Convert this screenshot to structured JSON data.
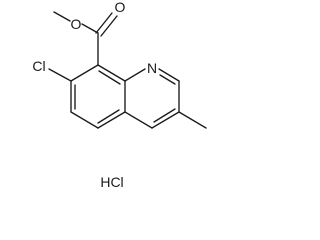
{
  "molecule": {
    "atom_labels": {
      "carbonyl_oxygen": "O",
      "ester_oxygen": "O",
      "chlorine": "Cl",
      "ring_nitrogen": "N"
    },
    "salt_label": "HCl"
  }
}
